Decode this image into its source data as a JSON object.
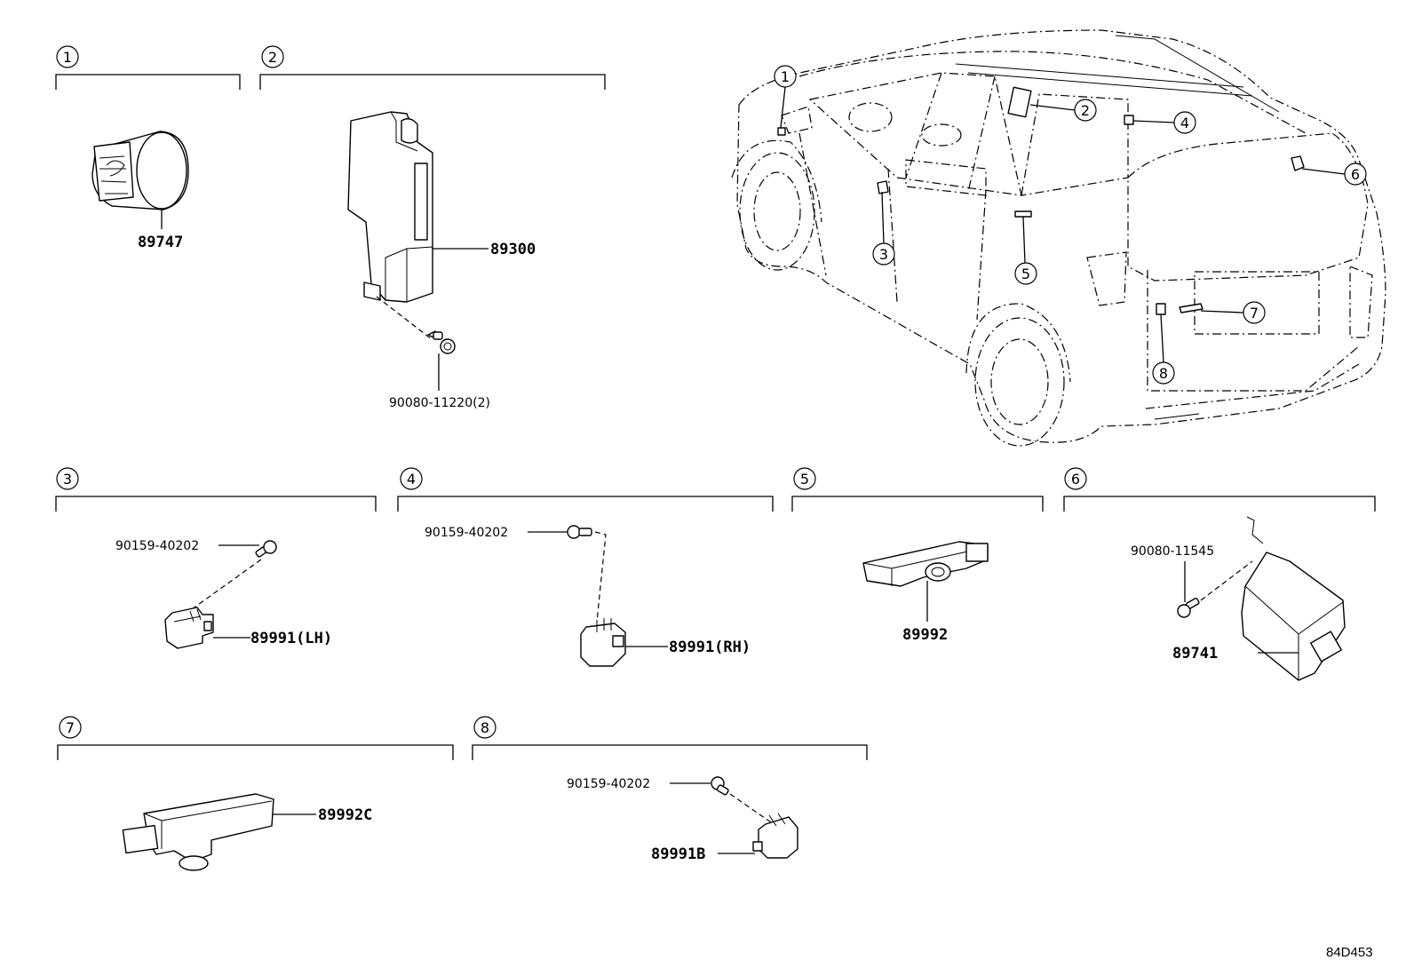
{
  "sections": [
    {
      "index": "1",
      "parts": [
        "89747"
      ]
    },
    {
      "index": "2",
      "parts": [
        "89300",
        "90080-11220(2)"
      ]
    },
    {
      "index": "3",
      "parts": [
        "90159-40202",
        "89991(LH)"
      ]
    },
    {
      "index": "4",
      "parts": [
        "90159-40202",
        "89991(RH)"
      ]
    },
    {
      "index": "5",
      "parts": [
        "89992"
      ]
    },
    {
      "index": "6",
      "parts": [
        "90080-11545",
        "89741"
      ]
    },
    {
      "index": "7",
      "parts": [
        "89992C"
      ]
    },
    {
      "index": "8",
      "parts": [
        "90159-40202",
        "89991B"
      ]
    }
  ],
  "vehicle_callouts": [
    "1",
    "2",
    "3",
    "4",
    "5",
    "6",
    "7",
    "8"
  ],
  "diagram_code": "84D453"
}
